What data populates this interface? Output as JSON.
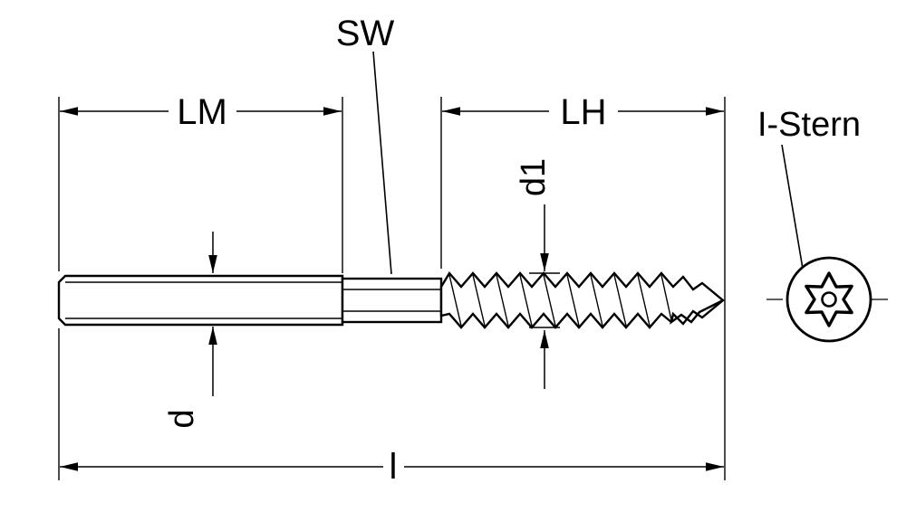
{
  "diagram": {
    "labels": {
      "sw": "SW",
      "lm": "LM",
      "lh": "LH",
      "d1": "d1",
      "i_stern": "I-Stern",
      "d": "d",
      "l": "l"
    },
    "colors": {
      "line": "#000000",
      "background": "#ffffff"
    }
  }
}
